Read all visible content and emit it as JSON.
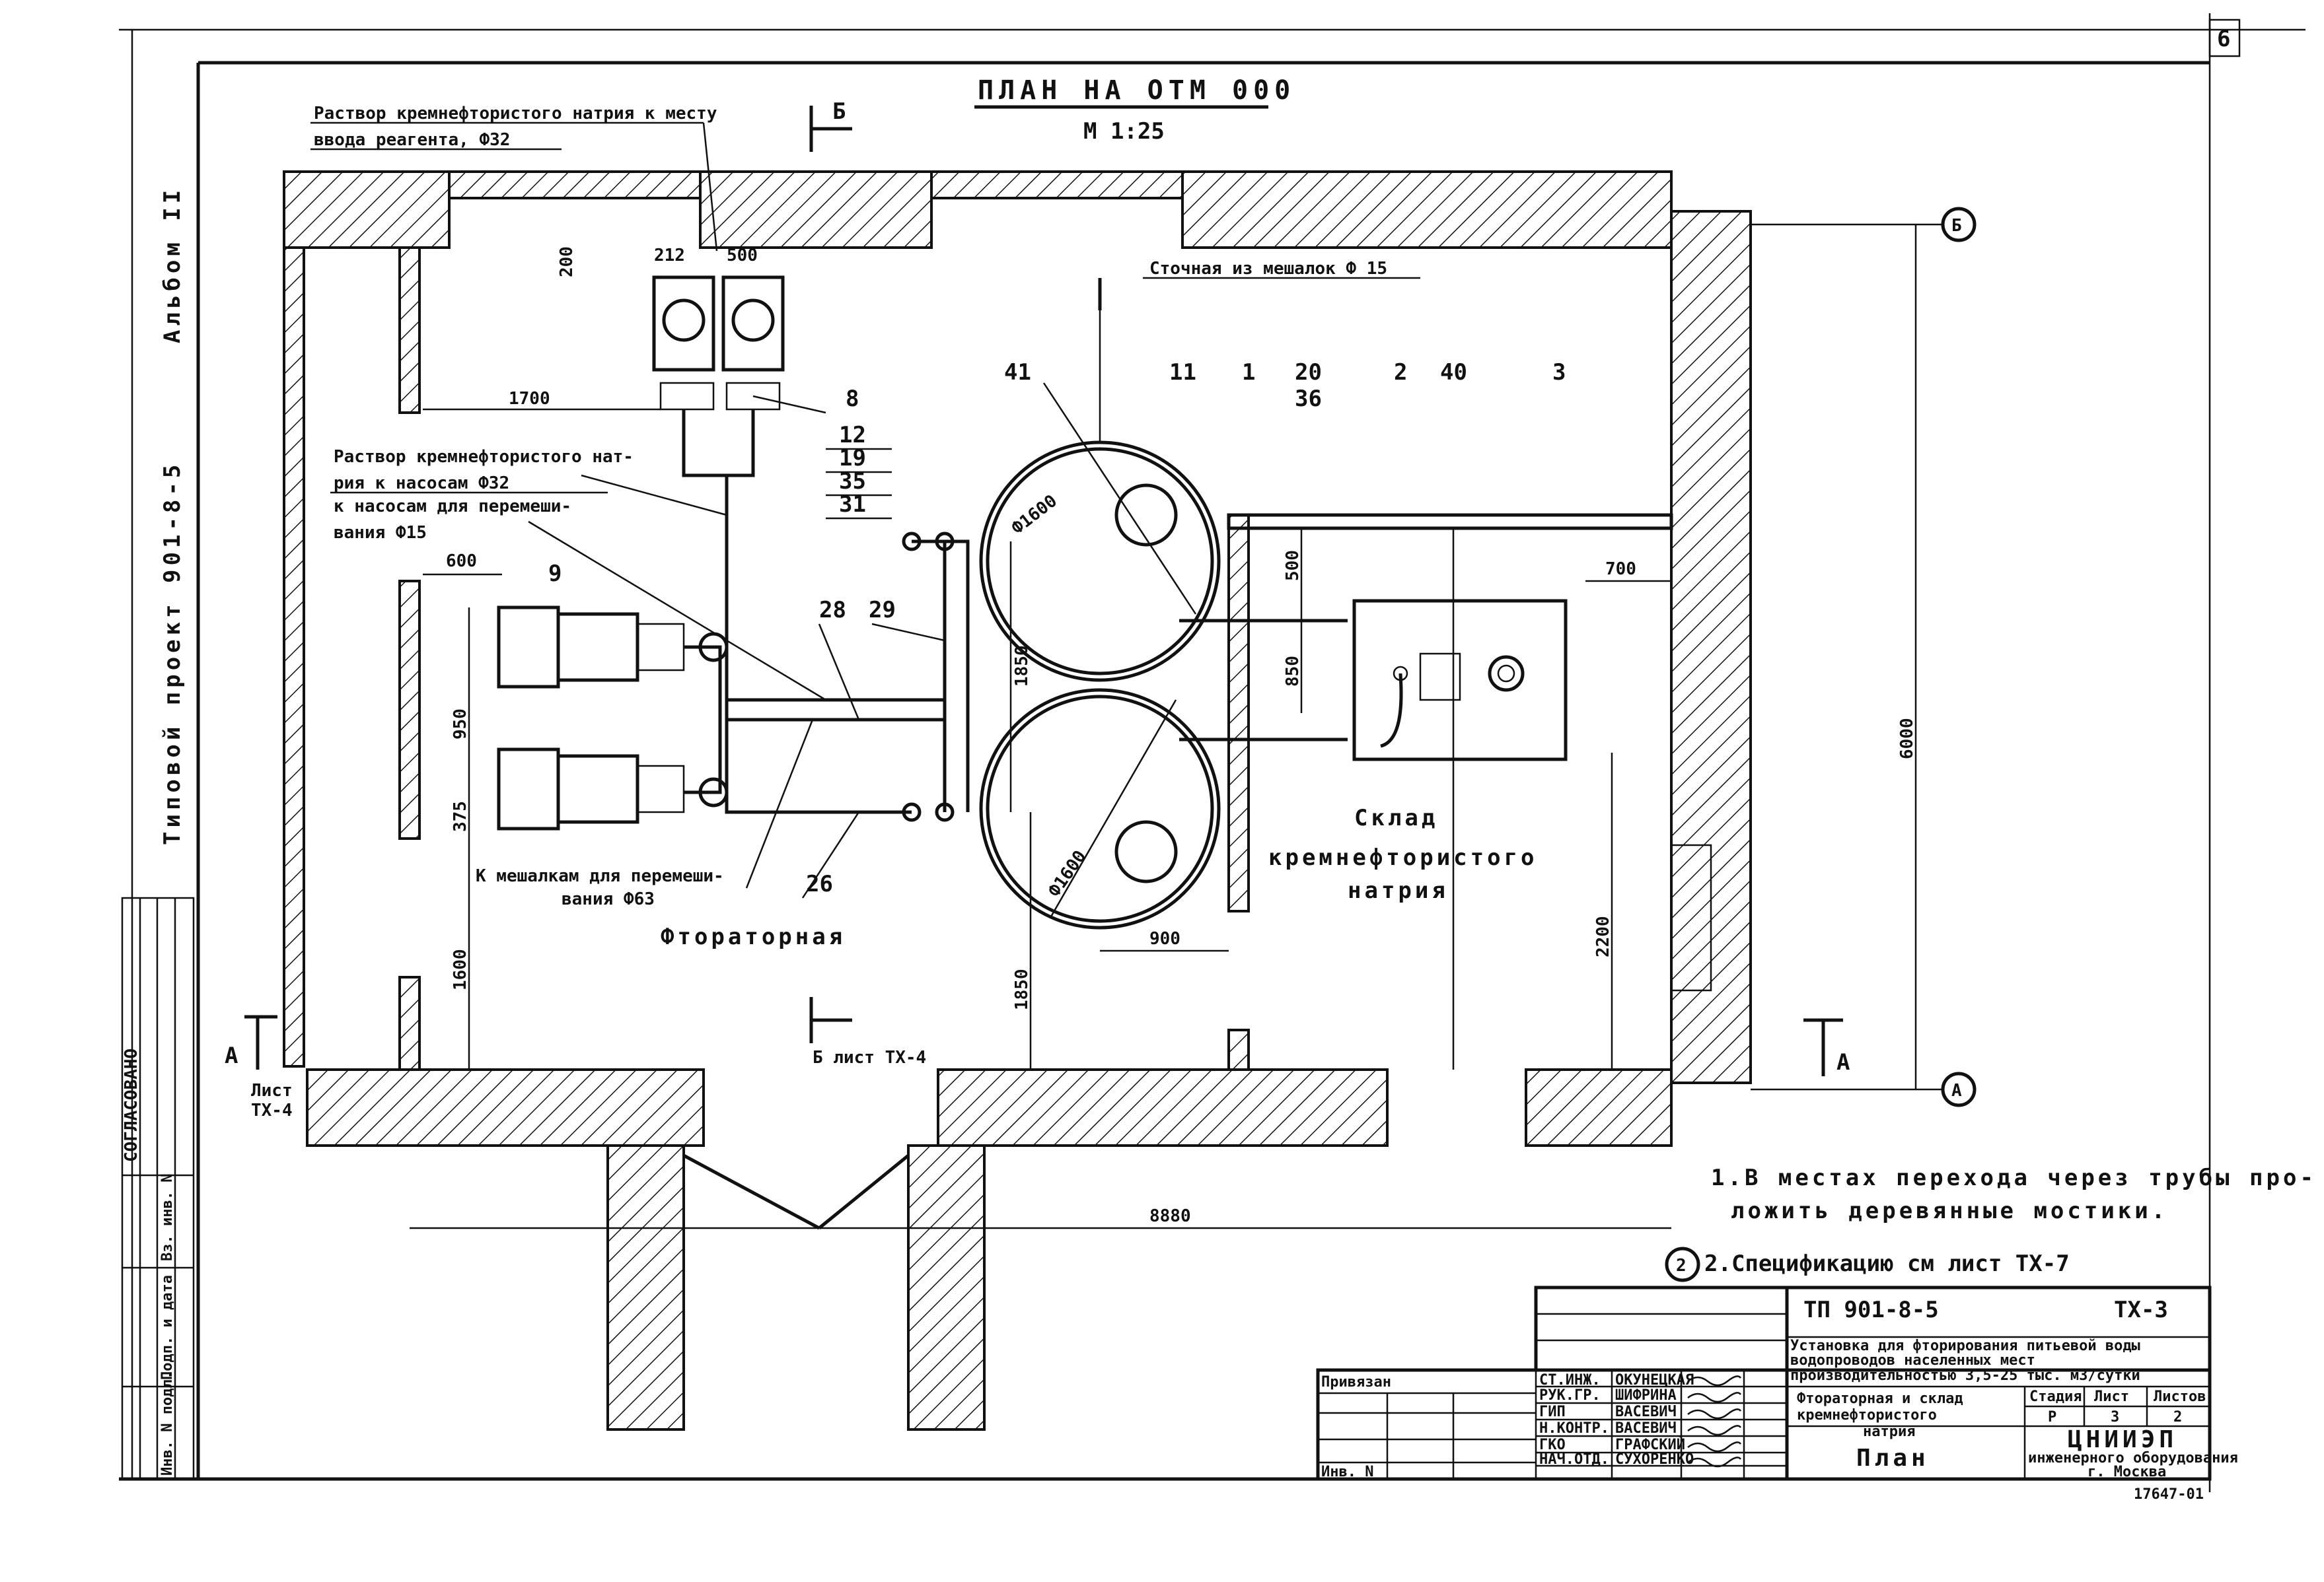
{
  "sheet": {
    "page_number": "6",
    "title": "ПЛАН НА ОТМ 000",
    "scale": "М 1:25",
    "album": "Альбом II",
    "project": "Типовой проект 901-8-5",
    "approval": "СОГЛАСОВАНО",
    "archive_no": "17647-01"
  },
  "labels": {
    "solution_top": "Раствор кремнефтористого натрия к месту",
    "solution_top_2": "ввода реагента, Ф32",
    "drain": "Сточная из мешалок Ф 15",
    "solution_pumps": "Раствор кремнефтористого нат-",
    "solution_pumps_2": "рия к насосам Ф32",
    "mixing_pumps": "к насосам для перемеши-",
    "mixing_pumps_2": "вания Ф15",
    "mixers": "К мешалкам для перемеши-",
    "mixers_2": "вания Ф63",
    "fluorator_room": "Фтораторная",
    "storage_1": "Склад",
    "storage_2": "кремнефтористого",
    "storage_3": "натрия",
    "section_b_top": "Б",
    "section_b_bottom": "Б лист ТХ-4",
    "section_a_left": "А",
    "sheet_ref_1": "Лист",
    "sheet_ref_2": "ТХ-4",
    "section_a_right": "А",
    "axis_b": "Б",
    "axis_a": "А",
    "axis_2": "2",
    "diam_upper": "Ф1600",
    "diam_lower": "Ф1600"
  },
  "callouts": [
    "41",
    "11",
    "1",
    "20",
    "36",
    "2",
    "40",
    "3",
    "8",
    "12",
    "19",
    "35",
    "31",
    "9",
    "28",
    "29",
    "26"
  ],
  "dimensions": {
    "d_1700": "1700",
    "d_200": "200",
    "d_212": "212",
    "d_500_top": "500",
    "d_600": "600",
    "d_950": "950",
    "d_375": "375",
    "d_1600": "1600",
    "d_1850_a": "1850",
    "d_1850_b": "1850",
    "d_500": "500",
    "d_850": "850",
    "d_700": "700",
    "d_6000": "6000",
    "d_2200": "2200",
    "d_900": "900",
    "d_8880": "8880"
  },
  "notes": [
    "1.В местах перехода через трубы про-",
    "ложить деревянные мостики.",
    "2.Спецификацию см лист ТХ-7"
  ],
  "title_block": {
    "code": "ТП 901-8-5",
    "sheet_code": "ТХ-3",
    "desc_1": "Установка для фторирования питьевой воды",
    "desc_2": "водопроводов населенных мест",
    "desc_3": "производительностью 3,5-25 тыс. м3/сутки",
    "name_1": "Фтораторная и склад",
    "name_2": "кремнефтористого",
    "name_3": "натрия",
    "drawing": "План",
    "stage_h": "Стадия",
    "sheet_h": "Лист",
    "sheets_h": "Листов",
    "stage": "Р",
    "sheet": "3",
    "sheets": "2",
    "org_1": "ЦНИИЭП",
    "org_2": "инженерного оборудования",
    "org_3": "г. Москва",
    "bound": "Привязан",
    "inv": "Инв. N",
    "roles": [
      "СТ.ИНЖ.",
      "РУК.ГР.",
      "ГИП",
      "Н.КОНТР.",
      "ГКО",
      "НАЧ.ОТД."
    ],
    "names": [
      "ОКУНЕЦКАЯ",
      "ШИФРИНА",
      "ВАСЕВИЧ",
      "ВАСЕВИЧ",
      "ГРАФСКИЙ",
      "СУХОРЕНКО"
    ],
    "side_1": "Инв. N подл.",
    "side_2": "Подп. и дата",
    "side_3": "Вз. инв. N"
  }
}
